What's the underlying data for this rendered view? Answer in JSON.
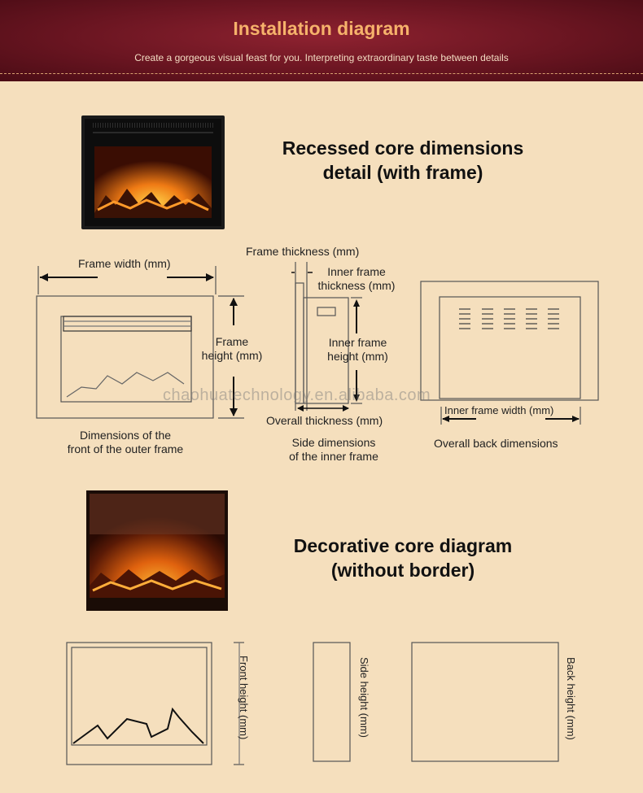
{
  "header": {
    "title": "Installation diagram",
    "subtitle": "Create a gorgeous visual feast for you. Interpreting extraordinary taste between details"
  },
  "section1": {
    "heading_line1": "Recessed core dimensions",
    "heading_line2": "detail (with frame)",
    "labels": {
      "frame_width": "Frame width (mm)",
      "frame_height_line1": "Frame",
      "frame_height_line2": "height (mm)",
      "front_caption_line1": "Dimensions of the",
      "front_caption_line2": "front of the outer frame",
      "frame_thickness": "Frame thickness (mm)",
      "inner_frame_thickness_line1": "Inner frame",
      "inner_frame_thickness_line2": "thickness (mm)",
      "inner_frame_height_line1": "Inner frame",
      "inner_frame_height_line2": "height (mm)",
      "overall_thickness": "Overall thickness (mm)",
      "side_caption_line1": "Side dimensions",
      "side_caption_line2": "of the inner frame",
      "inner_frame_width": "Inner frame width (mm)",
      "back_caption": "Overall back dimensions"
    }
  },
  "section2": {
    "heading_line1": "Decorative core diagram",
    "heading_line2": "(without border)",
    "labels": {
      "front_height": "Front height (mm)",
      "side_height": "Side height (mm)",
      "back_height": "Back height (mm)"
    }
  },
  "watermark": "chaohuatechnology.en.alibaba.com"
}
